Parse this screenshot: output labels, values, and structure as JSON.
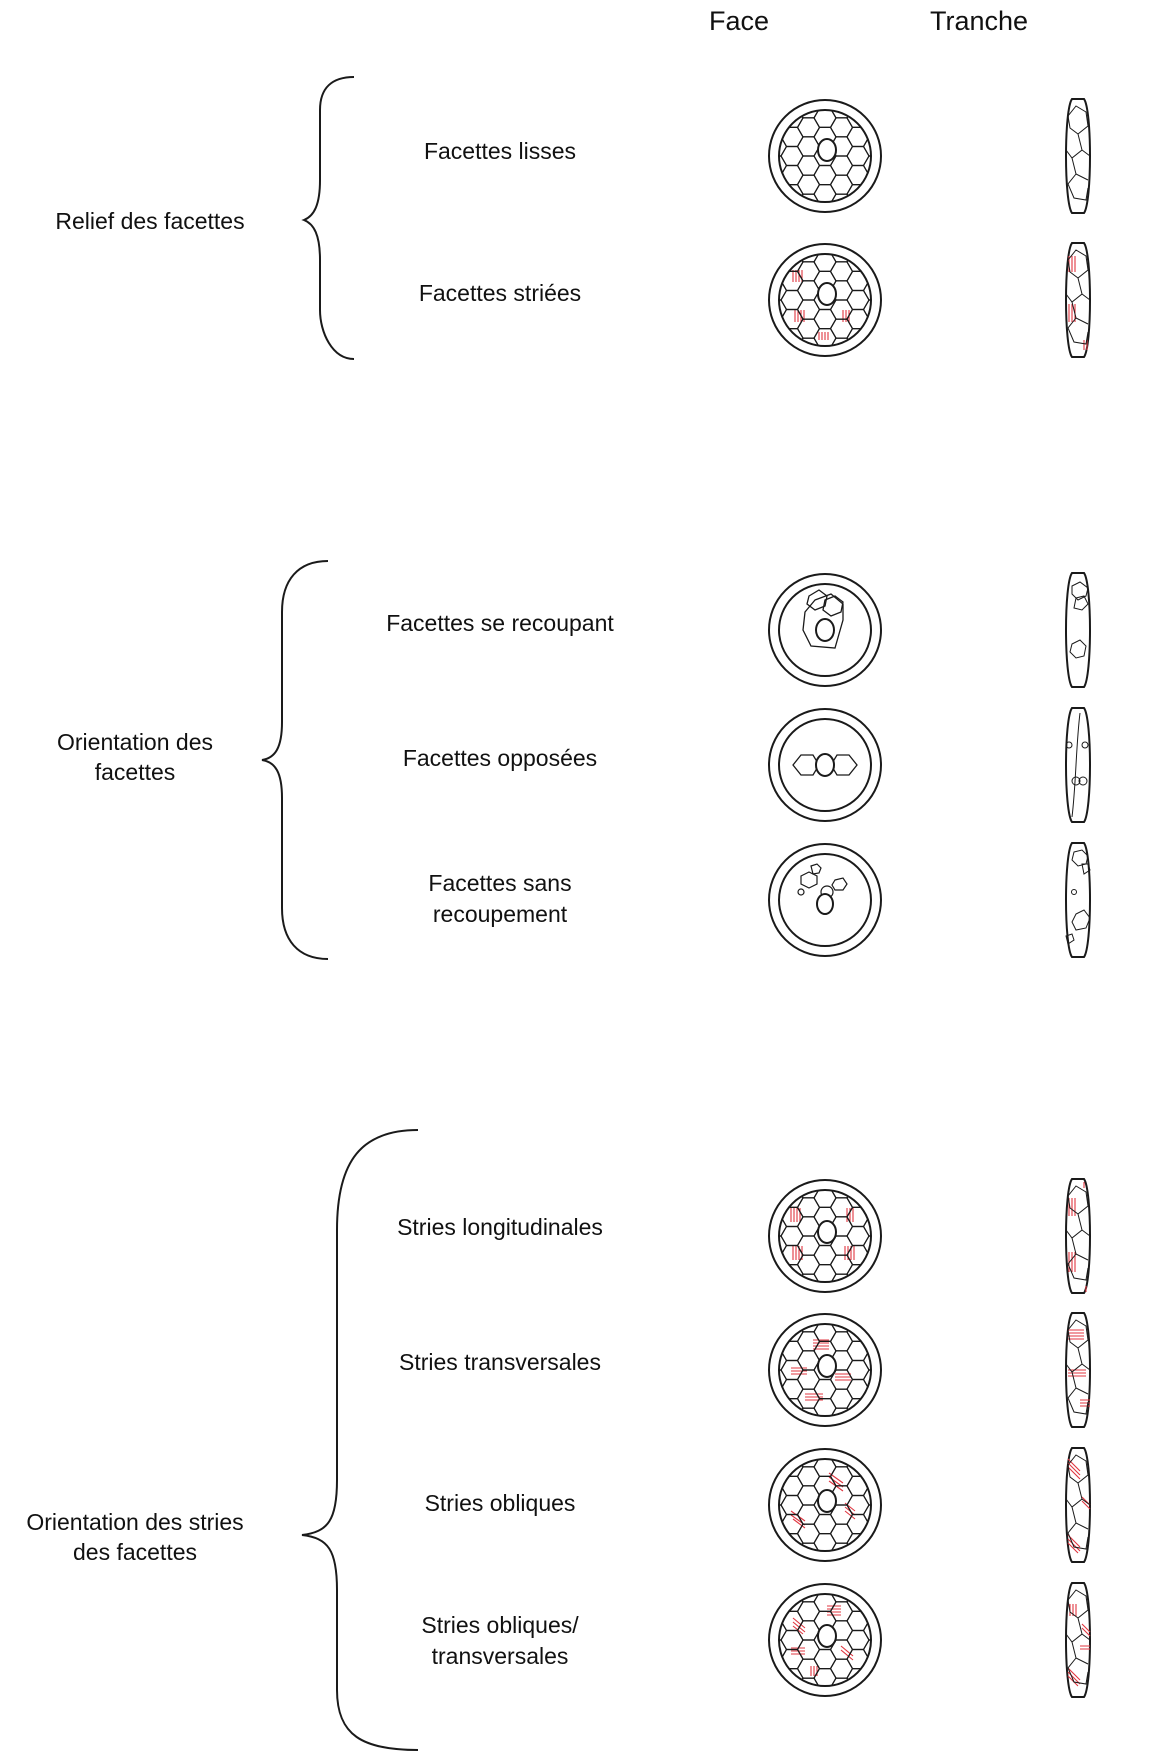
{
  "headers": {
    "face": "Face",
    "tranche": "Tranche"
  },
  "groups": [
    {
      "label": "Relief des facettes",
      "items": [
        {
          "label": "Facettes lisses",
          "face_icon": "bead-face-smooth-facets",
          "tranche_icon": "bead-side-smooth-facets"
        },
        {
          "label": "Facettes striées",
          "face_icon": "bead-face-striated-facets",
          "tranche_icon": "bead-side-striated-facets"
        }
      ]
    },
    {
      "label": "Orientation des\nfacettes",
      "items": [
        {
          "label": "Facettes se recoupant",
          "face_icon": "bead-face-overlapping-facets",
          "tranche_icon": "bead-side-overlapping-facets"
        },
        {
          "label": "Facettes opposées",
          "face_icon": "bead-face-opposed-facets",
          "tranche_icon": "bead-side-opposed-facets"
        },
        {
          "label": "Facettes sans\nrecoupement",
          "face_icon": "bead-face-non-overlapping-facets",
          "tranche_icon": "bead-side-non-overlapping-facets"
        }
      ]
    },
    {
      "label": "Orientation des stries\ndes facettes",
      "items": [
        {
          "label": "Stries longitudinales",
          "face_icon": "bead-face-longitudinal-striae",
          "tranche_icon": "bead-side-longitudinal-striae"
        },
        {
          "label": "Stries transversales",
          "face_icon": "bead-face-transverse-striae",
          "tranche_icon": "bead-side-transverse-striae"
        },
        {
          "label": "Stries obliques",
          "face_icon": "bead-face-oblique-striae",
          "tranche_icon": "bead-side-oblique-striae"
        },
        {
          "label": "Stries obliques/\ntransversales",
          "face_icon": "bead-face-oblique-transverse-striae",
          "tranche_icon": "bead-side-oblique-transverse-striae"
        }
      ]
    }
  ],
  "colors": {
    "stroke": "#1a1a1a",
    "striae": "#e0353f"
  }
}
